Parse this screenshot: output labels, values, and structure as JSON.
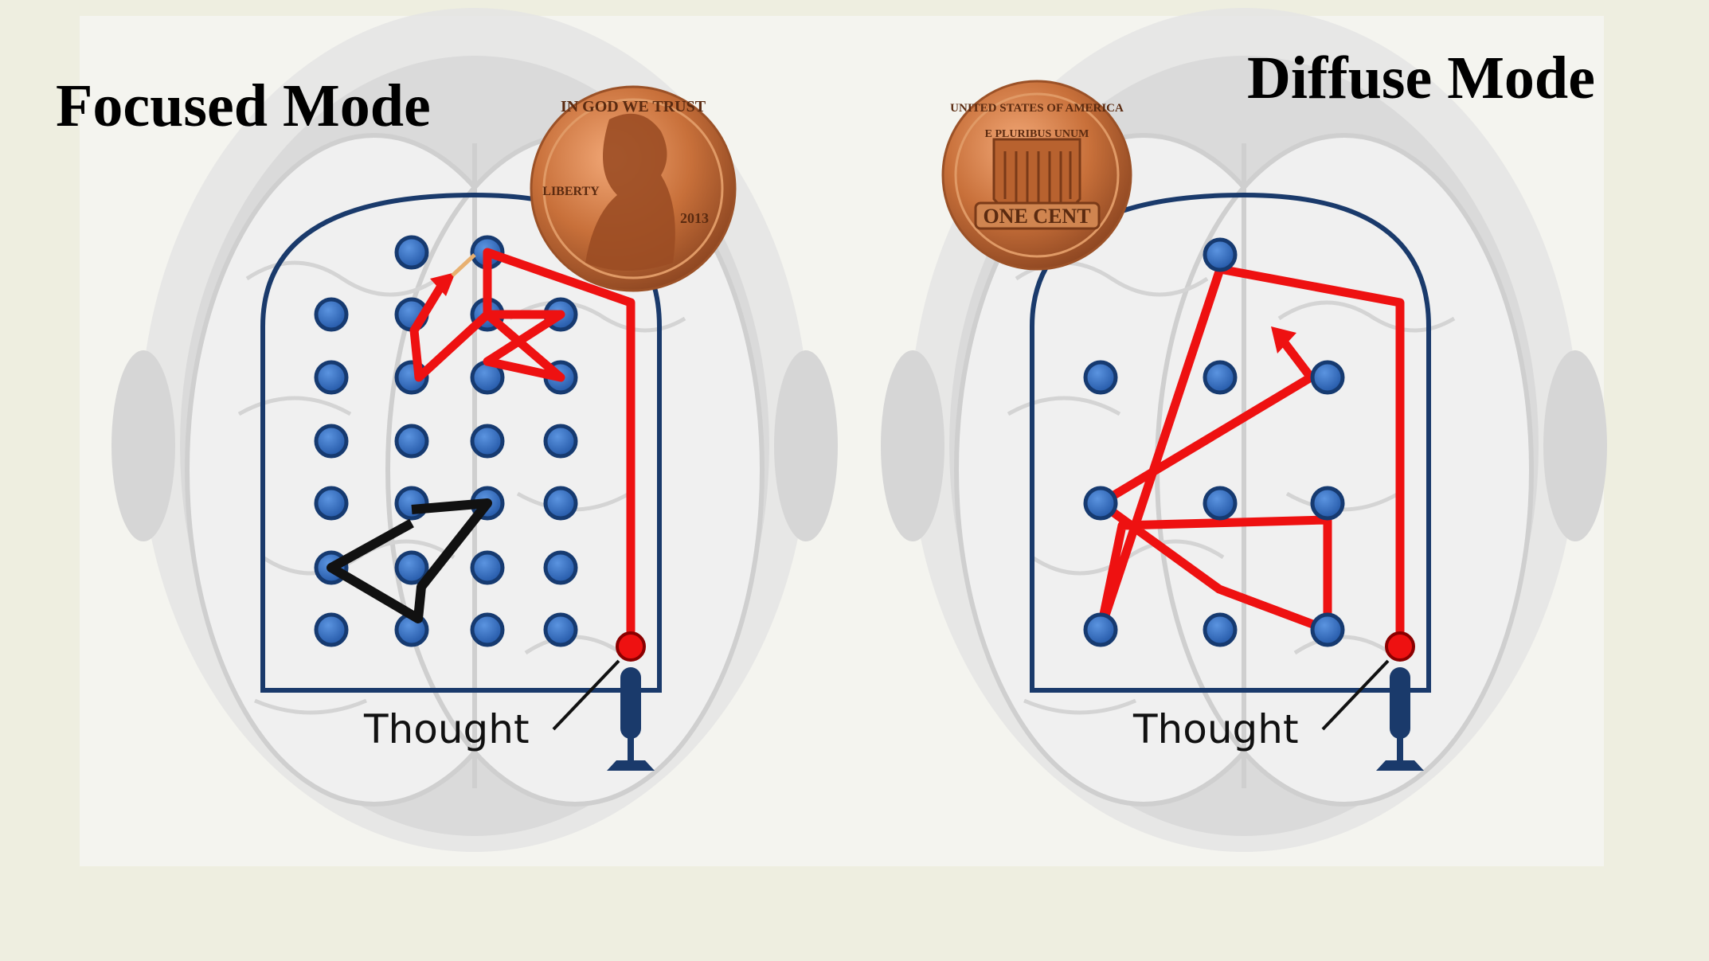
{
  "panels": [
    {
      "id": "focused",
      "title": "Focused Mode",
      "thought_label": "Thought",
      "coin_year": "2013"
    },
    {
      "id": "diffuse",
      "title": "Diffuse Mode",
      "thought_label": "Thought"
    }
  ],
  "coin_front": {
    "top_text": "IN GOD WE TRUST",
    "left_text": "LIBERTY",
    "year": "2013"
  },
  "coin_back": {
    "arc_text": "UNITED STATES OF AMERICA",
    "motto": "E PLURIBUS UNUM",
    "denomination": "ONE CENT"
  },
  "colors": {
    "dot_fill": "#2e6bc4",
    "dot_stroke": "#163a70",
    "frame": "#1a3a6b",
    "path_red": "#ee1111",
    "path_black": "#111111",
    "brain": "#d8d8d8",
    "coin": "#c8703a"
  }
}
